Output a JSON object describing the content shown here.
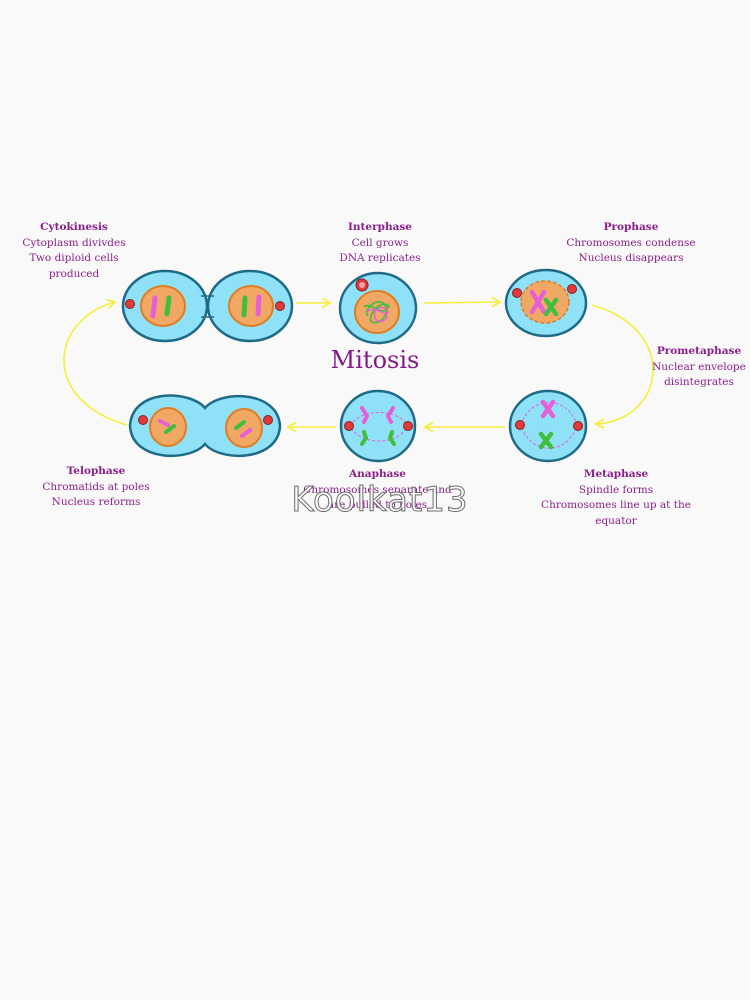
{
  "title": "Mitosis",
  "watermark": "Koolkat13",
  "colors": {
    "label_text": "#8b1f8a",
    "cell_fill": "#8fe1f7",
    "cell_outline": "#1f6a86",
    "nucleus_fill": "#f2a865",
    "nucleus_outline": "#e07d22",
    "chromosome_a": "#e65fd8",
    "chromosome_b": "#3fbf3f",
    "centrosome": "#e03a3a",
    "arrow": "#f5ee3a"
  },
  "stages": {
    "cytokinesis": {
      "title": "Cytokinesis",
      "lines": [
        "Cytoplasm divivdes",
        "Two diploid cells produced"
      ]
    },
    "interphase": {
      "title": "Interphase",
      "lines": [
        "Cell grows",
        "DNA replicates"
      ]
    },
    "prophase": {
      "title": "Prophase",
      "lines": [
        "Chromosomes condense",
        "Nucleus disappears"
      ]
    },
    "prometaphase": {
      "title": "Prometaphase",
      "lines": [
        "Nuclear envelope",
        "disintegrates"
      ]
    },
    "metaphase": {
      "title": "Metaphase",
      "lines": [
        "Spindle forms",
        "Chromosomes line up at the equator"
      ]
    },
    "anaphase": {
      "title": "Anaphase",
      "lines": [
        "Chromosomes separate and",
        "are pulled to poles"
      ]
    },
    "telophase": {
      "title": "Telophase",
      "lines": [
        "Chromatids at poles",
        "Nucleus reforms"
      ]
    }
  }
}
